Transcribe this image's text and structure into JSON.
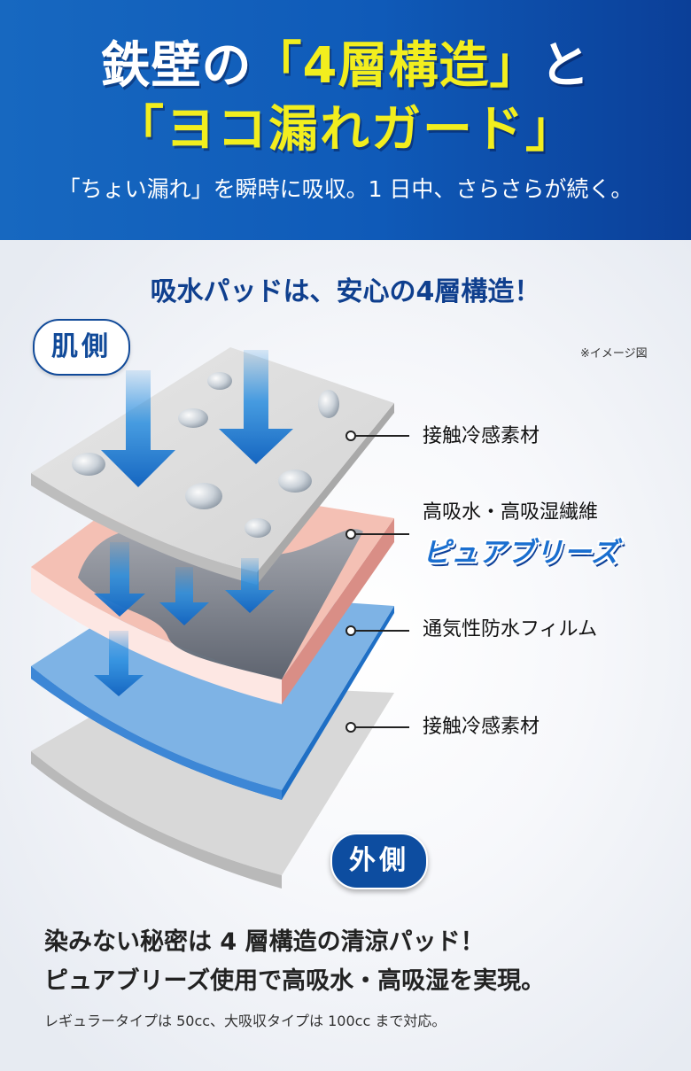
{
  "header": {
    "title_part1": "鉄壁の",
    "title_highlight": "「4層構造」",
    "title_part2": "と",
    "title_line2": "「ヨコ漏れガード」",
    "subtitle": "「ちょい漏れ」を瞬時に吸収。1 日中、さらさらが続く。"
  },
  "section": {
    "title": "吸水パッドは、安心の4層構造！",
    "note": "※イメージ図",
    "badge_top": "肌側",
    "badge_bottom": "外側",
    "layers": [
      {
        "label": "接触冷感素材"
      },
      {
        "label": "高吸水・高吸湿繊維",
        "brand": "ピュアブリーズ"
      },
      {
        "label": "通気性防水フィルム"
      },
      {
        "label": "接触冷感素材"
      }
    ]
  },
  "footer": {
    "line1": "染みない秘密は 4 層構造の清涼パッド！",
    "line2": "ピュアブリーズ使用で高吸水・高吸湿を実現。",
    "line3": "レギュラータイプは 50cc、大吸収タイプは 100cc まで対応。"
  },
  "colors": {
    "header_blue": "#1768c0",
    "highlight_yellow": "#f2ee1e",
    "title_navy": "#0f3f8e",
    "layer_gray": "#d9d9d9",
    "layer_pink": "#f2b6aa",
    "layer_blue": "#7fb2e3",
    "arrow_blue": "#1f86d8"
  }
}
